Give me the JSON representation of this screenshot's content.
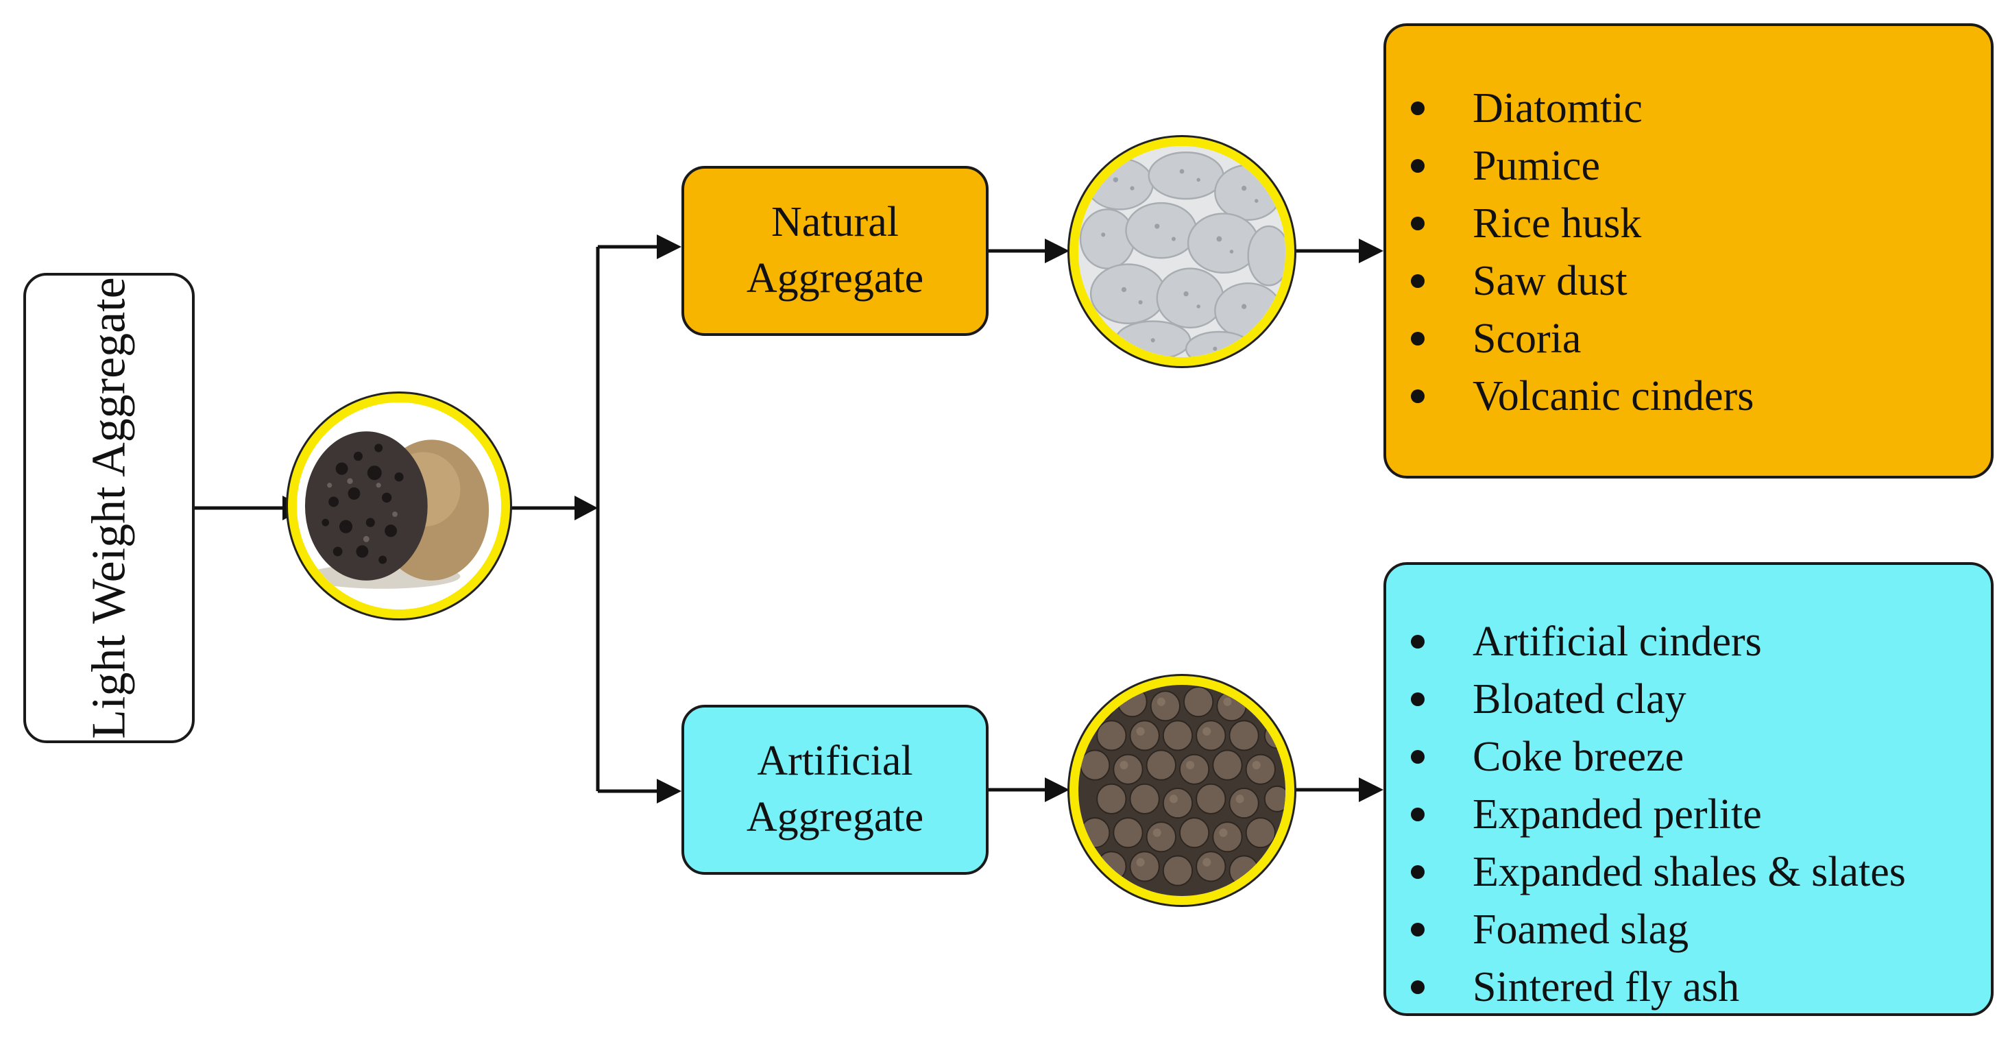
{
  "root": {
    "label": "Light Weight Aggregate"
  },
  "categories": {
    "natural": {
      "line1": "Natural",
      "line2": "Aggregate"
    },
    "artificial": {
      "line1": "Artificial",
      "line2": "Aggregate"
    }
  },
  "natural_examples": [
    "Diatomtic",
    "Pumice",
    "Rice husk",
    "Saw dust",
    "Scoria",
    "Volcanic cinders"
  ],
  "artificial_examples": [
    "Artificial cinders",
    "Bloated clay",
    "Coke breeze",
    "Expanded perlite",
    "Expanded shales & slates",
    "Foamed slag",
    "Sintered fly ash"
  ],
  "colors": {
    "natural_fill": "#f7b500",
    "artificial_fill": "#76f1f7",
    "photo_ring": "#f9e800",
    "stroke": "#1a1a1a"
  },
  "icons": {
    "root_photo": "porous-rock-and-pebble-image",
    "natural_photo": "pumice-stones-image",
    "artificial_photo": "clay-pellets-image"
  }
}
